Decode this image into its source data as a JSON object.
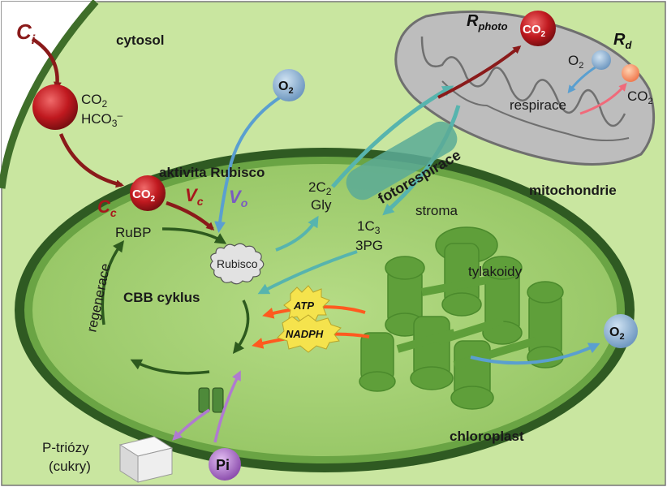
{
  "labels": {
    "ci_letter": "C",
    "ci_sub": "i",
    "cytosol": "cytosol",
    "co2": "CO",
    "co2_sub": "2",
    "hco3": "HCO",
    "hco3_sub": "3",
    "hco3_sup": "–",
    "cc_letter": "C",
    "cc_sub": "c",
    "vc_letter": "V",
    "vc_sub": "c",
    "vo_letter": "V",
    "vo_sub": "o",
    "o2_letter": "O",
    "o2_sub": "2",
    "aktivita": "aktivita Rubisco",
    "rubp": "RuBP",
    "rubisco": "Rubisco",
    "cbb": "CBB cyklus",
    "regenerace": "regenerace",
    "c2_pre": "2C",
    "c2_sub": "2",
    "gly": "Gly",
    "c3_pre": "1C",
    "c3_sub": "3",
    "pga": "3PG",
    "fotorespirace": "fotorespirace",
    "stroma": "stroma",
    "tylakoidy": "tylakoidy",
    "atp": "ATP",
    "nadph": "NADPH",
    "mitochondrie": "mitochondrie",
    "rphoto_letter": "R",
    "rphoto_sub": "photo",
    "rd_letter": "R",
    "rd_sub": "d",
    "respirace": "respirace",
    "chloroplast": "chloroplast",
    "ptriozy": "P-triózy",
    "cukry": "(cukry)",
    "pi": "Pi"
  },
  "colors": {
    "cell_bg": "#c9e6a0",
    "cell_wall": "#3f6e2a",
    "chloro_outer": "#2f5a22",
    "stroma": "#a8d278",
    "thylakoid": "#5f9f3a",
    "mito": "#bdbdbd",
    "co2_red": "#c0191f",
    "arrow_darkred": "#8a1a1a",
    "arrow_green": "#2d5a1e",
    "arrow_teal": "#5ab5b0",
    "arrow_blue": "#5a9fd0",
    "arrow_purple": "#b07ad0",
    "o2_blue": "#7fa9cf",
    "pi_purple": "#9b59b6"
  }
}
